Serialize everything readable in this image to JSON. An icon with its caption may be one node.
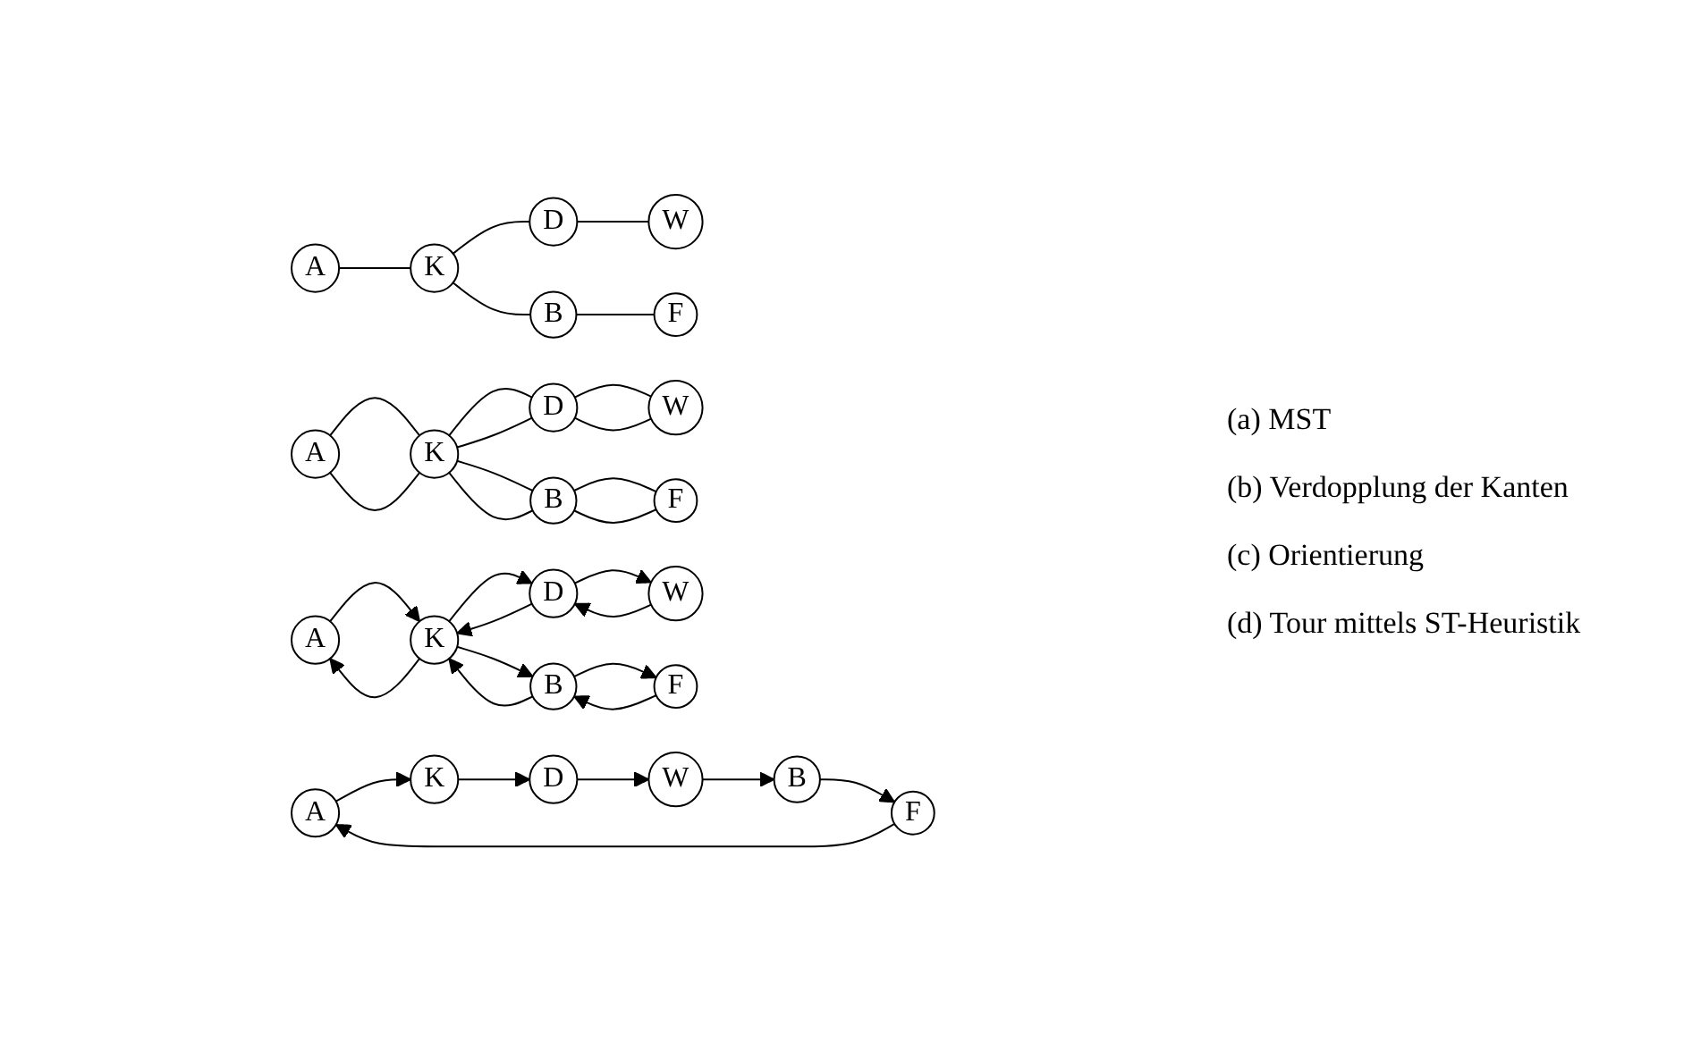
{
  "diagram": {
    "nodes": [
      {
        "text": [
          "A"
        ]
      },
      {
        "text": [
          "K"
        ]
      },
      {
        "text": [
          "D"
        ]
      },
      {
        "text": [
          "W"
        ]
      },
      {
        "text": [
          "B"
        ]
      },
      {
        "text": [
          "F"
        ]
      },
      {
        "text": [
          "A"
        ]
      },
      {
        "text": [
          "K"
        ]
      },
      {
        "text": [
          "D"
        ]
      },
      {
        "text": [
          "W"
        ]
      },
      {
        "text": [
          "B"
        ]
      },
      {
        "text": [
          "F"
        ]
      },
      {
        "text": [
          "A"
        ]
      },
      {
        "text": [
          "K"
        ]
      },
      {
        "text": [
          "D"
        ]
      },
      {
        "text": [
          "W"
        ]
      },
      {
        "text": [
          "B"
        ]
      },
      {
        "text": [
          "F"
        ]
      },
      {
        "text": [
          "A"
        ]
      },
      {
        "text": [
          "K"
        ]
      },
      {
        "text": [
          "D"
        ]
      },
      {
        "text": [
          "W"
        ]
      },
      {
        "text": [
          "B"
        ]
      },
      {
        "text": [
          "F"
        ]
      }
    ],
    "edges": [
      {
        "from": 0,
        "to": 1,
        "arrow": "none"
      },
      {
        "from": 1,
        "to": 2,
        "arrow": "none"
      },
      {
        "from": 2,
        "to": 3,
        "arrow": "none"
      },
      {
        "from": 1,
        "to": 4,
        "arrow": "none"
      },
      {
        "from": 4,
        "to": 5,
        "arrow": "none"
      },
      {
        "from": 6,
        "to": 7,
        "arrow": "none"
      },
      {
        "from": 6,
        "to": 7,
        "arrow": "none"
      },
      {
        "from": 7,
        "to": 8,
        "arrow": "none"
      },
      {
        "from": 7,
        "to": 8,
        "arrow": "none"
      },
      {
        "from": 8,
        "to": 9,
        "arrow": "none"
      },
      {
        "from": 8,
        "to": 9,
        "arrow": "none"
      },
      {
        "from": 7,
        "to": 10,
        "arrow": "none"
      },
      {
        "from": 7,
        "to": 10,
        "arrow": "none"
      },
      {
        "from": 10,
        "to": 11,
        "arrow": "none"
      },
      {
        "from": 10,
        "to": 11,
        "arrow": "none"
      },
      {
        "from": 12,
        "to": 13,
        "arrow": "to"
      },
      {
        "from": 13,
        "to": 12,
        "arrow": "to"
      },
      {
        "from": 13,
        "to": 14,
        "arrow": "to"
      },
      {
        "from": 14,
        "to": 13,
        "arrow": "to"
      },
      {
        "from": 14,
        "to": 15,
        "arrow": "to"
      },
      {
        "from": 15,
        "to": 14,
        "arrow": "to"
      },
      {
        "from": 13,
        "to": 16,
        "arrow": "to"
      },
      {
        "from": 16,
        "to": 13,
        "arrow": "to"
      },
      {
        "from": 16,
        "to": 17,
        "arrow": "to"
      },
      {
        "from": 17,
        "to": 16,
        "arrow": "to"
      },
      {
        "from": 18,
        "to": 19,
        "arrow": "to"
      },
      {
        "from": 19,
        "to": 20,
        "arrow": "to"
      },
      {
        "from": 20,
        "to": 21,
        "arrow": "to"
      },
      {
        "from": 21,
        "to": 22,
        "arrow": "to"
      },
      {
        "from": 22,
        "to": 23,
        "arrow": "to"
      },
      {
        "from": 23,
        "to": 18,
        "arrow": "to"
      }
    ],
    "labels": [
      "(a) MST",
      "(b) Verdopplung der Kanten",
      "(c) Orientierung",
      "(d) Tour mittels ST-Heuristik"
    ]
  }
}
